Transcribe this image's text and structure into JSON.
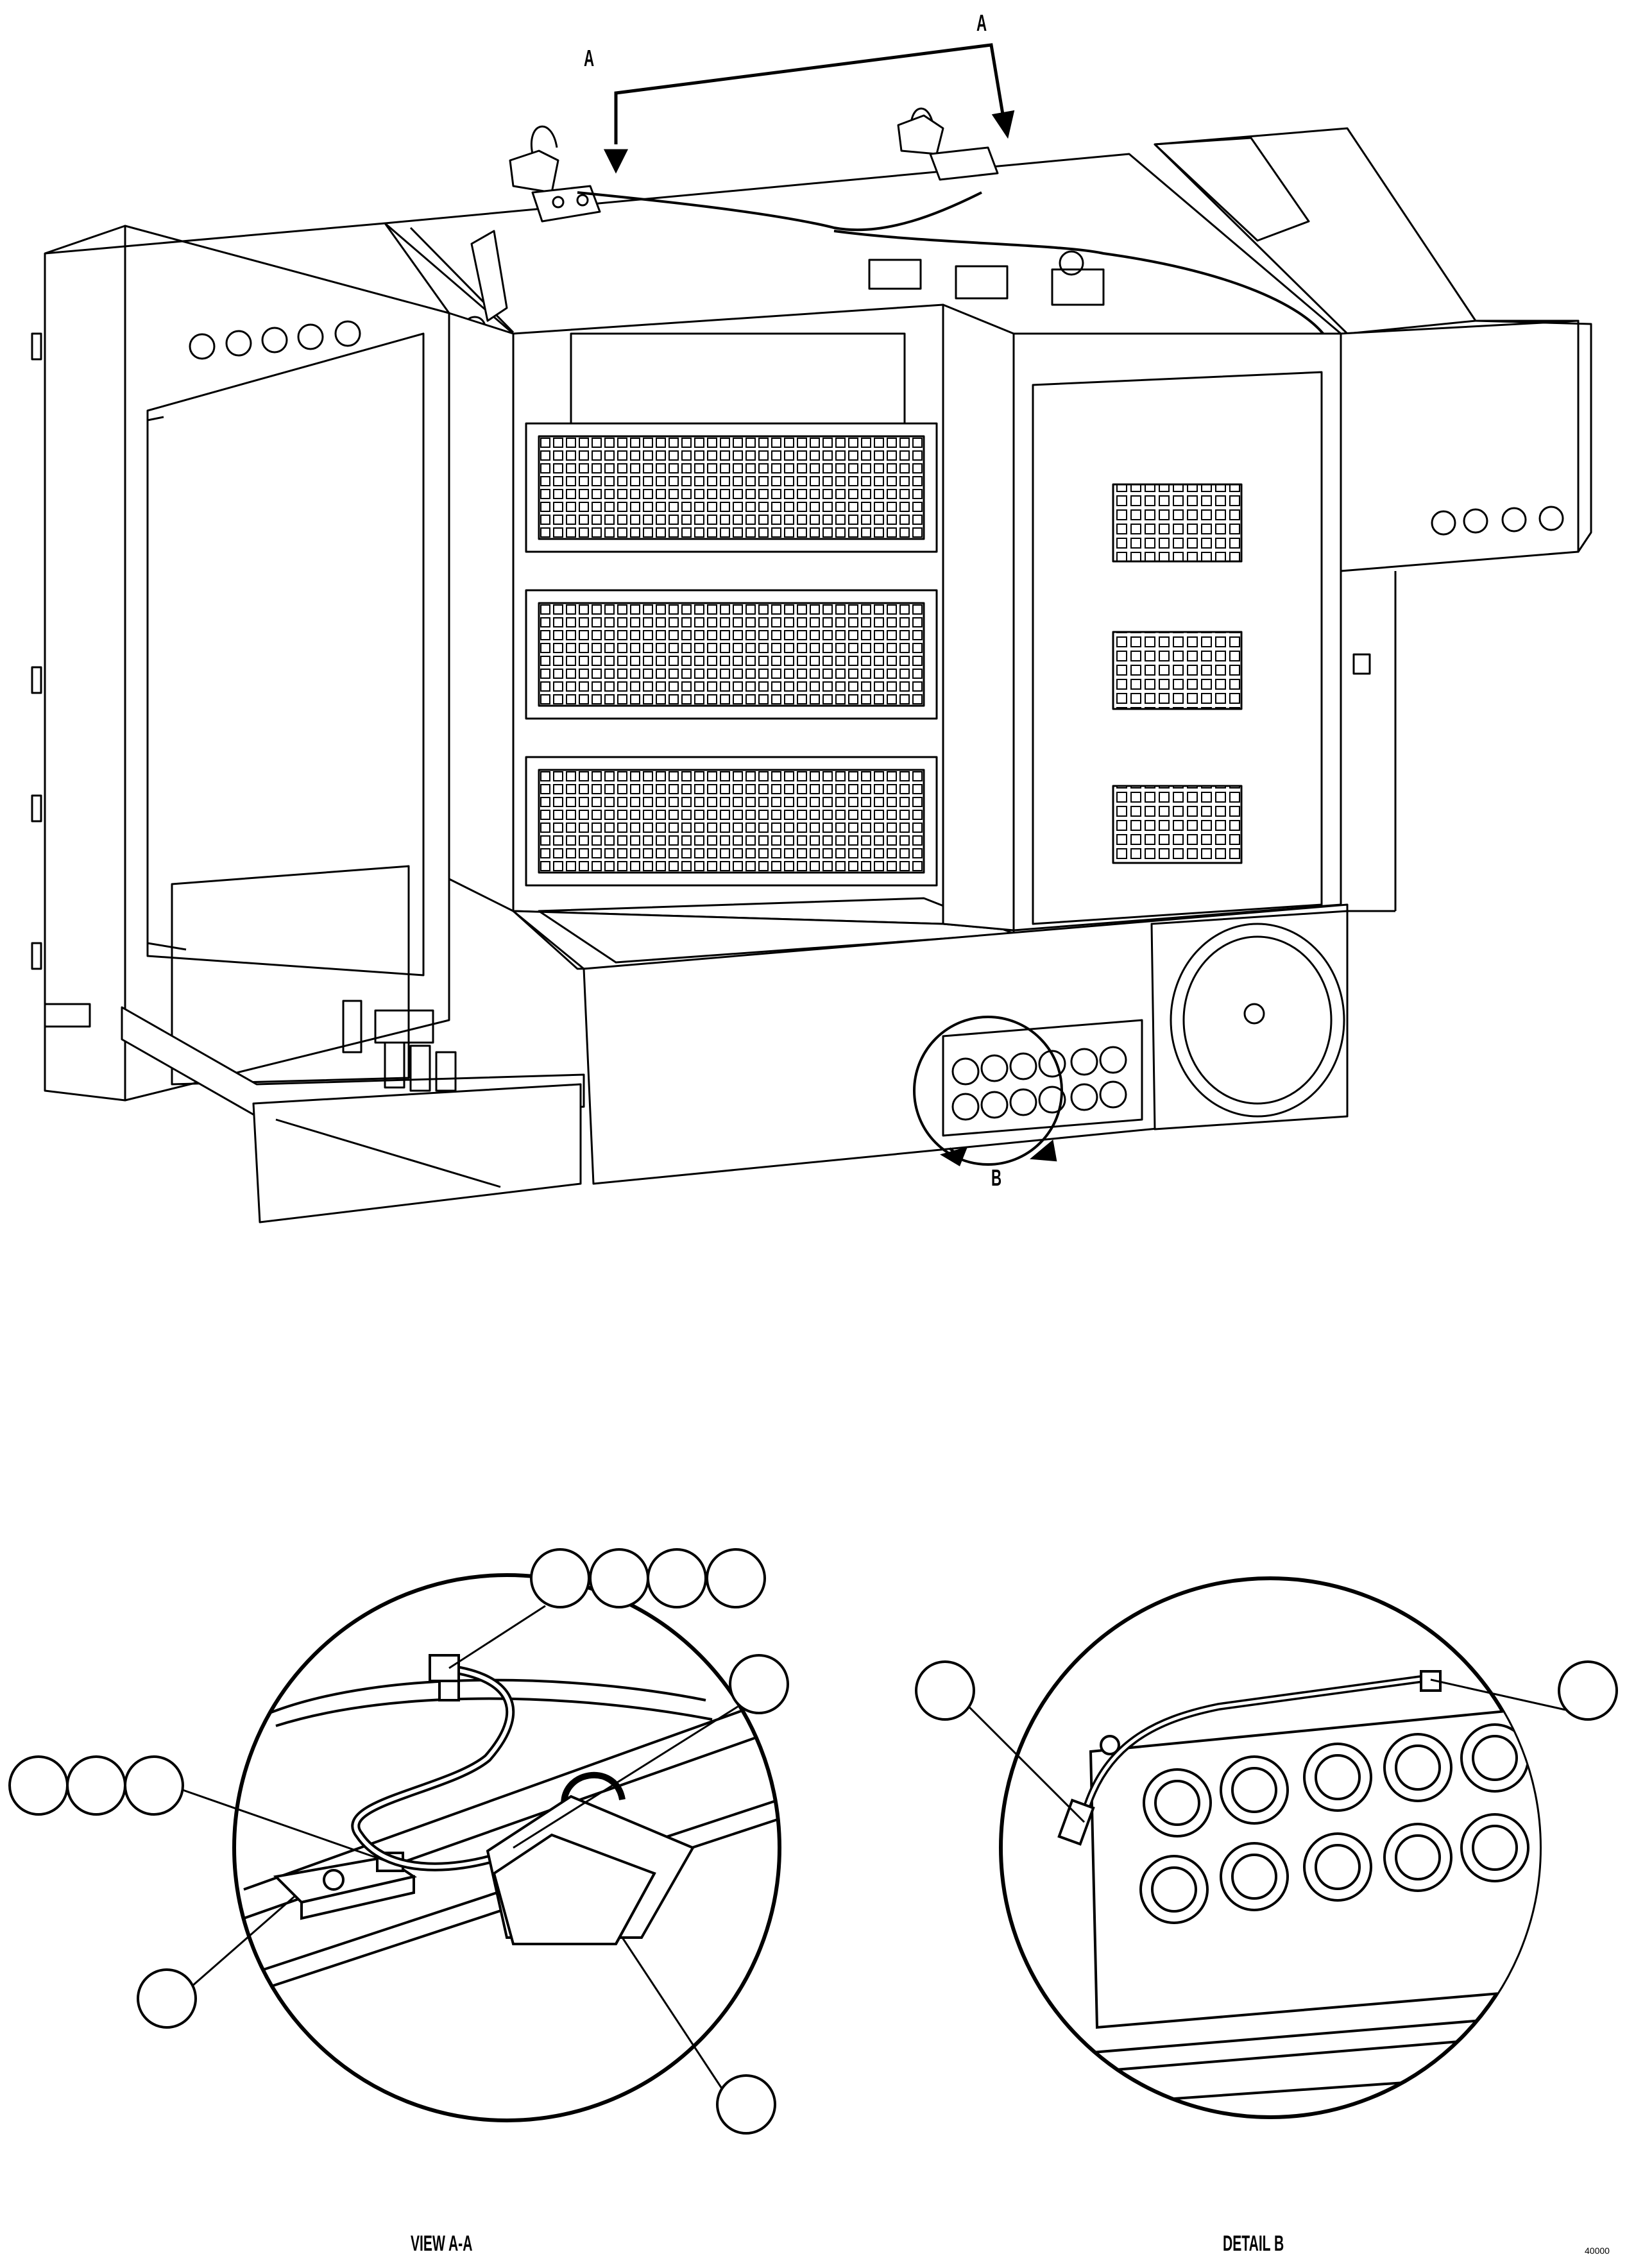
{
  "figure": {
    "view_arrow_left": "A",
    "view_arrow_right": "A",
    "detail_marker": "B",
    "view_caption": "VIEW A-A",
    "detail_caption": "DETAIL B",
    "sheet_code": "40000"
  },
  "callouts": {
    "view_aa": {
      "top_group": [
        "",
        "",
        "",
        ""
      ],
      "right_single": "",
      "left_group": [
        "",
        "",
        ""
      ],
      "lower_left": "",
      "lower_right": ""
    },
    "detail_b": {
      "left": "",
      "right": ""
    }
  }
}
